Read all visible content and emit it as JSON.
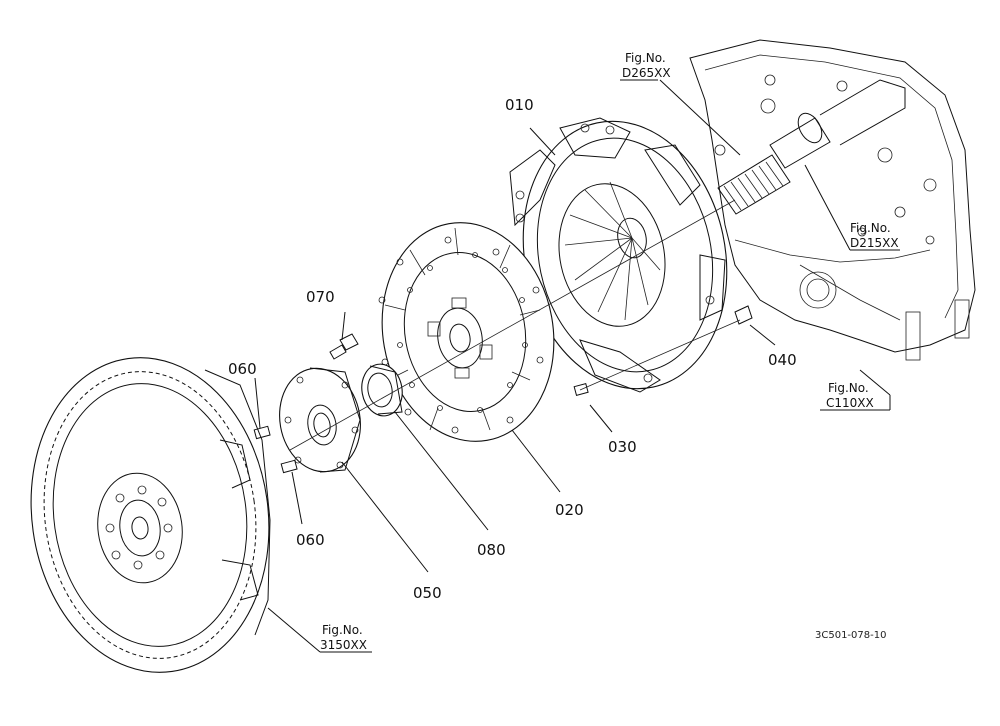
{
  "parts": [
    {
      "id": "p010",
      "label": "010"
    },
    {
      "id": "p020",
      "label": "020"
    },
    {
      "id": "p030",
      "label": "030"
    },
    {
      "id": "p040",
      "label": "040"
    },
    {
      "id": "p050",
      "label": "050"
    },
    {
      "id": "p060a",
      "label": "060"
    },
    {
      "id": "p060b",
      "label": "060"
    },
    {
      "id": "p070",
      "label": "070"
    },
    {
      "id": "p080",
      "label": "080"
    }
  ],
  "fig_refs": [
    {
      "id": "d265",
      "title": "Fig.No.",
      "code": "D265XX"
    },
    {
      "id": "d215",
      "title": "Fig.No.",
      "code": "D215XX"
    },
    {
      "id": "c110",
      "title": "Fig.No.",
      "code": "C110XX"
    },
    {
      "id": "f3150",
      "title": "Fig.No.",
      "code": "3150XX"
    }
  ],
  "drawing_code": "3C501-078-10"
}
